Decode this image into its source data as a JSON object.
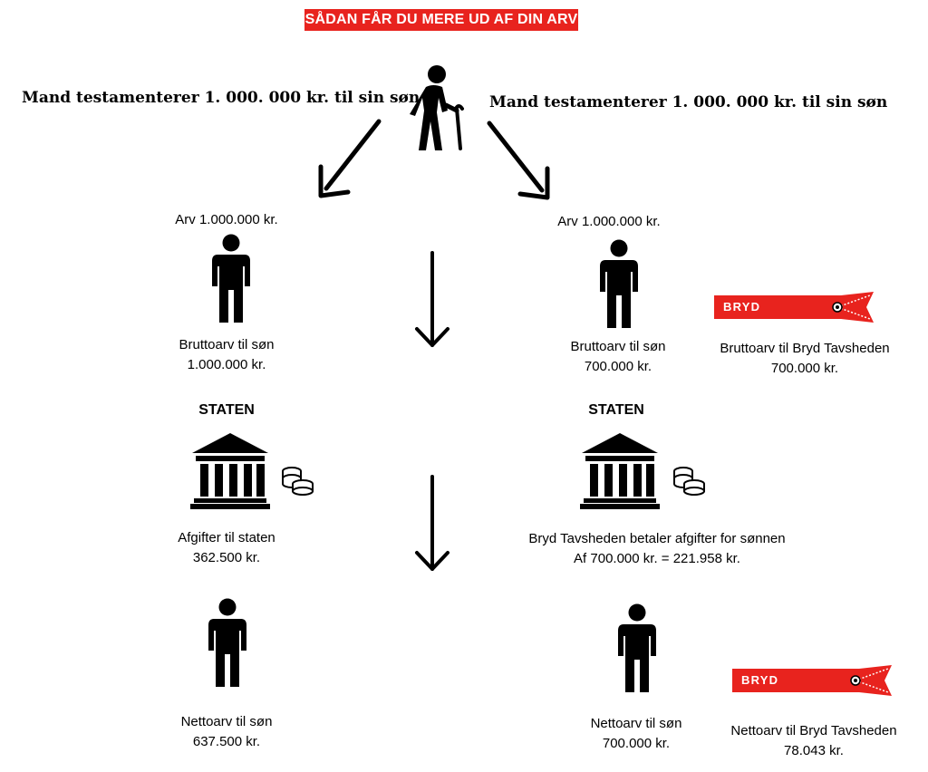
{
  "title": "SÅDAN FÅR DU MERE UD AF DIN ARV",
  "left_headline": "Mand testamenterer 1. 000. 000 kr. til sin søn",
  "right_headline": "Mand testamenterer 1. 000. 000 kr. til sin søn",
  "left": {
    "inheritance": "Arv 1.000.000 kr.",
    "gross_line1": "Bruttoarv til søn",
    "gross_line2": "1.000.000 kr.",
    "state_label": "STATEN",
    "tax_line1": "Afgifter til staten",
    "tax_line2": "362.500 kr.",
    "net_line1": "Nettoarv til søn",
    "net_line2": "637.500 kr."
  },
  "right": {
    "inheritance": "Arv 1.000.000 kr.",
    "gross_son_line1": "Bruttoarv til søn",
    "gross_son_line2": "700.000 kr.",
    "gross_org_line1": "Bruttoarv til Bryd Tavsheden",
    "gross_org_line2": "700.000 kr.",
    "state_label": "STATEN",
    "tax_line1": "Bryd Tavsheden betaler afgifter for sønnen",
    "tax_line2": "Af 700.000 kr. = 221.958 kr.",
    "net_son_line1": "Nettoarv til søn",
    "net_son_line2": "700.000 kr.",
    "net_org_line1": "Nettoarv til Bryd Tavsheden",
    "net_org_line2": "78.043 kr."
  },
  "brand_logo_text": "BRYD TAVSHEDEN",
  "colors": {
    "accent": "#e8231e",
    "ink": "#000000",
    "background": "#ffffff"
  },
  "icons": [
    "elderly-man-icon",
    "person-icon",
    "government-building-icon",
    "coins-icon",
    "arrow-down-icon",
    "arrow-diagonal-icon",
    "zipper-icon"
  ]
}
